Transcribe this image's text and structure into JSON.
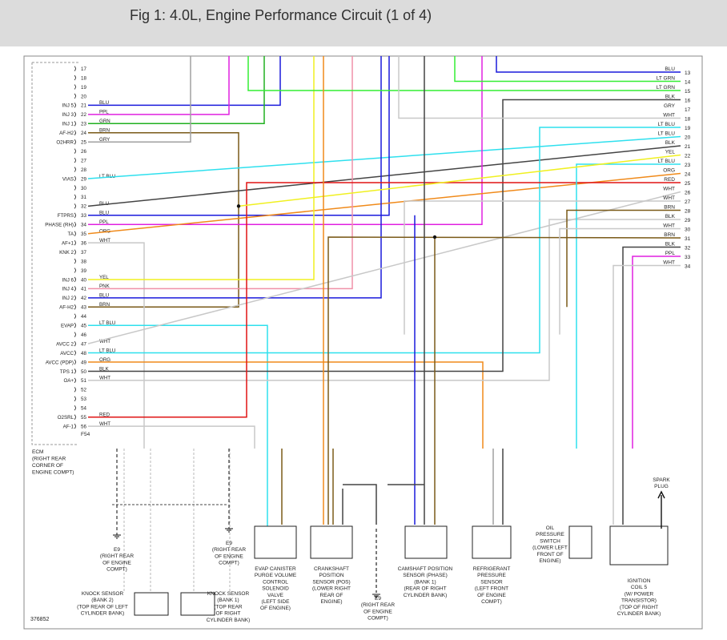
{
  "figure": {
    "title": "Fig 1: 4.0L, Engine Performance Circuit (1 of 4)"
  },
  "colors": {
    "BLU": "#1a1adc",
    "PPL": "#e020e0",
    "GRN": "#20b020",
    "LT GRN": "#33ee33",
    "BRN": "#7a5a18",
    "GRY": "#a0a0a0",
    "WHT": "#c8c8c8",
    "LT BLU": "#2ee0ee",
    "BLK": "#444444",
    "YEL": "#f0f020",
    "PNK": "#f090a8",
    "ORG": "#f08a1a",
    "RED": "#e01414"
  },
  "ecm_rows": [
    {
      "pin": "17",
      "sig": "",
      "wire": ""
    },
    {
      "pin": "18",
      "sig": "",
      "wire": ""
    },
    {
      "pin": "19",
      "sig": "",
      "wire": ""
    },
    {
      "pin": "20",
      "sig": "",
      "wire": ""
    },
    {
      "pin": "21",
      "sig": "INJ 5",
      "wire": "BLU"
    },
    {
      "pin": "22",
      "sig": "INJ 3",
      "wire": "PPL"
    },
    {
      "pin": "23",
      "sig": "INJ 1",
      "wire": "GRN"
    },
    {
      "pin": "24",
      "sig": "AF-H2",
      "wire": "BRN"
    },
    {
      "pin": "25",
      "sig": "O2HRR",
      "wire": "GRY"
    },
    {
      "pin": "26",
      "sig": "",
      "wire": ""
    },
    {
      "pin": "27",
      "sig": "",
      "wire": ""
    },
    {
      "pin": "28",
      "sig": "",
      "wire": ""
    },
    {
      "pin": "29",
      "sig": "VIAS",
      "wire": "LT BLU"
    },
    {
      "pin": "30",
      "sig": "",
      "wire": ""
    },
    {
      "pin": "31",
      "sig": "",
      "wire": ""
    },
    {
      "pin": "32",
      "sig": "",
      "wire": "BLU"
    },
    {
      "pin": "33",
      "sig": "FTPRS",
      "wire": "BLU"
    },
    {
      "pin": "34",
      "sig": "PHASE (RH)",
      "wire": "PPL"
    },
    {
      "pin": "35",
      "sig": "TA",
      "wire": "ORG"
    },
    {
      "pin": "36",
      "sig": "AF+1",
      "wire": "WHT"
    },
    {
      "pin": "37",
      "sig": "KNK 2",
      "wire": ""
    },
    {
      "pin": "38",
      "sig": "",
      "wire": ""
    },
    {
      "pin": "39",
      "sig": "",
      "wire": ""
    },
    {
      "pin": "40",
      "sig": "INJ 6",
      "wire": "YEL"
    },
    {
      "pin": "41",
      "sig": "INJ 4",
      "wire": "PNK"
    },
    {
      "pin": "42",
      "sig": "INJ 2",
      "wire": "BLU"
    },
    {
      "pin": "43",
      "sig": "AF-H2",
      "wire": "BRN"
    },
    {
      "pin": "44",
      "sig": "",
      "wire": ""
    },
    {
      "pin": "45",
      "sig": "EVAP",
      "wire": "LT BLU"
    },
    {
      "pin": "46",
      "sig": "",
      "wire": ""
    },
    {
      "pin": "47",
      "sig": "AVCC 2",
      "wire": "WHT"
    },
    {
      "pin": "48",
      "sig": "AVCC",
      "wire": "LT BLU"
    },
    {
      "pin": "49",
      "sig": "AVCC (PDP)",
      "wire": "ORG"
    },
    {
      "pin": "50",
      "sig": "TPS 1",
      "wire": "BLK"
    },
    {
      "pin": "51",
      "sig": "OA+",
      "wire": "WHT"
    },
    {
      "pin": "52",
      "sig": "",
      "wire": ""
    },
    {
      "pin": "53",
      "sig": "",
      "wire": ""
    },
    {
      "pin": "54",
      "sig": "",
      "wire": ""
    },
    {
      "pin": "55",
      "sig": "O2SRL",
      "wire": "RED"
    },
    {
      "pin": "56",
      "sig": "AF-1",
      "wire": "WHT"
    }
  ],
  "ecm": {
    "connector": "F54",
    "label_lines": [
      "ECM",
      "(RIGHT REAR",
      "CORNER OF",
      "ENGINE COMPT)"
    ]
  },
  "right_rows": [
    {
      "num": "13",
      "wire": "BLU"
    },
    {
      "num": "14",
      "wire": "LT GRN"
    },
    {
      "num": "15",
      "wire": "LT GRN"
    },
    {
      "num": "16",
      "wire": "BLK"
    },
    {
      "num": "17",
      "wire": "GRY"
    },
    {
      "num": "18",
      "wire": "WHT"
    },
    {
      "num": "19",
      "wire": "LT BLU"
    },
    {
      "num": "20",
      "wire": "LT BLU"
    },
    {
      "num": "21",
      "wire": "BLK"
    },
    {
      "num": "22",
      "wire": "YEL"
    },
    {
      "num": "23",
      "wire": "LT BLU"
    },
    {
      "num": "24",
      "wire": "ORG"
    },
    {
      "num": "25",
      "wire": "RED"
    },
    {
      "num": "26",
      "wire": "WHT"
    },
    {
      "num": "27",
      "wire": "WHT"
    },
    {
      "num": "28",
      "wire": "BRN"
    },
    {
      "num": "29",
      "wire": "BLK"
    },
    {
      "num": "30",
      "wire": "WHT"
    },
    {
      "num": "31",
      "wire": "BRN"
    },
    {
      "num": "32",
      "wire": "BLK"
    },
    {
      "num": "33",
      "wire": "PPL"
    },
    {
      "num": "34",
      "wire": "WHT"
    }
  ],
  "components": {
    "knock2": [
      "KNOCK SENSOR",
      "(BANK 2)",
      "(TOP REAR OF LEFT",
      "CYLINDER BANK)"
    ],
    "knock1": [
      "KNOCK SENSOR",
      "(BANK 1)",
      "(TOP REAR",
      "OF RIGHT",
      "CYLINDER BANK)"
    ],
    "evap": [
      "EVAP CANISTER",
      "PURGE VOLUME",
      "CONTROL",
      "SOLENOID",
      "VALVE",
      "(LEFT SIDE",
      "OF ENGINE)"
    ],
    "crank": [
      "CRANKSHAFT",
      "POSITION",
      "SENSOR (POS)",
      "(LOWER RIGHT",
      "REAR OF",
      "ENGINE)"
    ],
    "cam": [
      "CAMSHAFT POSITION",
      "SENSOR (PHASE)",
      "(BANK 1)",
      "(REAR OF RIGHT",
      "CYLINDER BANK)"
    ],
    "refrig": [
      "REFRIGERANT",
      "PRESSURE",
      "SENSOR",
      "(LEFT FRONT",
      "OF ENGINE",
      "COMPT)"
    ],
    "oil": [
      "OIL",
      "PRESSURE",
      "SWITCH",
      "(LOWER LEFT",
      "FRONT OF",
      "ENGINE)"
    ],
    "ignition": [
      "IGNITION",
      "COIL 5",
      "(W/ POWER",
      "TRANSISTOR)",
      "(TOP OF RIGHT",
      "CYLINDER BANK)"
    ],
    "e9_left": [
      "E9",
      "(RIGHT REAR",
      "OF ENGINE",
      "COMPT)"
    ],
    "e9_right": [
      "E9",
      "(RIGHT REAR",
      "OF ENGINE",
      "COMPT)"
    ],
    "e9_mid": [
      "E9",
      "(RIGHT REAR",
      "OF ENGINE",
      "COMPT)"
    ],
    "spark": [
      "SPARK",
      "PLUG"
    ]
  },
  "figure_id": "376852"
}
